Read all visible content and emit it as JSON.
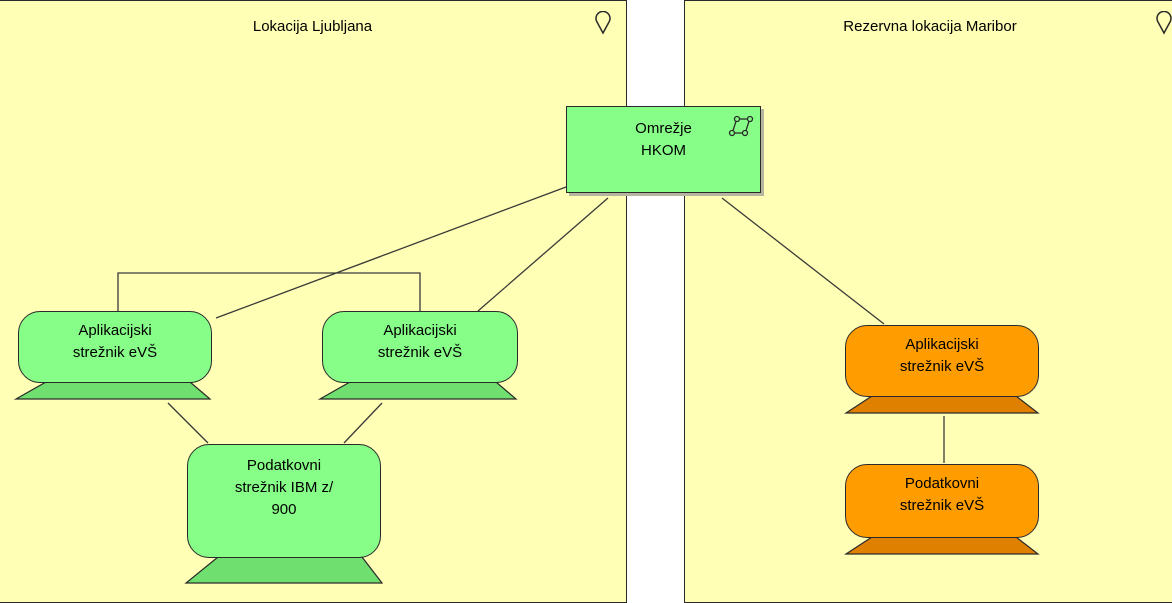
{
  "locations": [
    {
      "title": "Lokacija Ljubljana"
    },
    {
      "title": "Rezervna lokacija Maribor"
    }
  ],
  "network": {
    "label": "Omrežje\nHKOM",
    "icon": "network-icon"
  },
  "nodes": [
    {
      "label": "Aplikacijski\nstrežnik eVŠ",
      "color": "#87fe87"
    },
    {
      "label": "Aplikacijski\nstrežnik eVŠ",
      "color": "#87fe87"
    },
    {
      "label": "Podatkovni\nstrežnik IBM z/\n900",
      "color": "#87fe87"
    },
    {
      "label": "Aplikacijski\nstrežnik eVŠ",
      "color": "#ff9d00"
    },
    {
      "label": "Podatkovni\nstrežnik eVŠ",
      "color": "#ff9d00"
    }
  ],
  "colors": {
    "location_fill": "#ffffb5",
    "node_green": "#87fe87",
    "node_green_base": "#6fe06f",
    "node_orange": "#ff9d00",
    "node_orange_base": "#e08000",
    "line": "#3a3a3a"
  }
}
